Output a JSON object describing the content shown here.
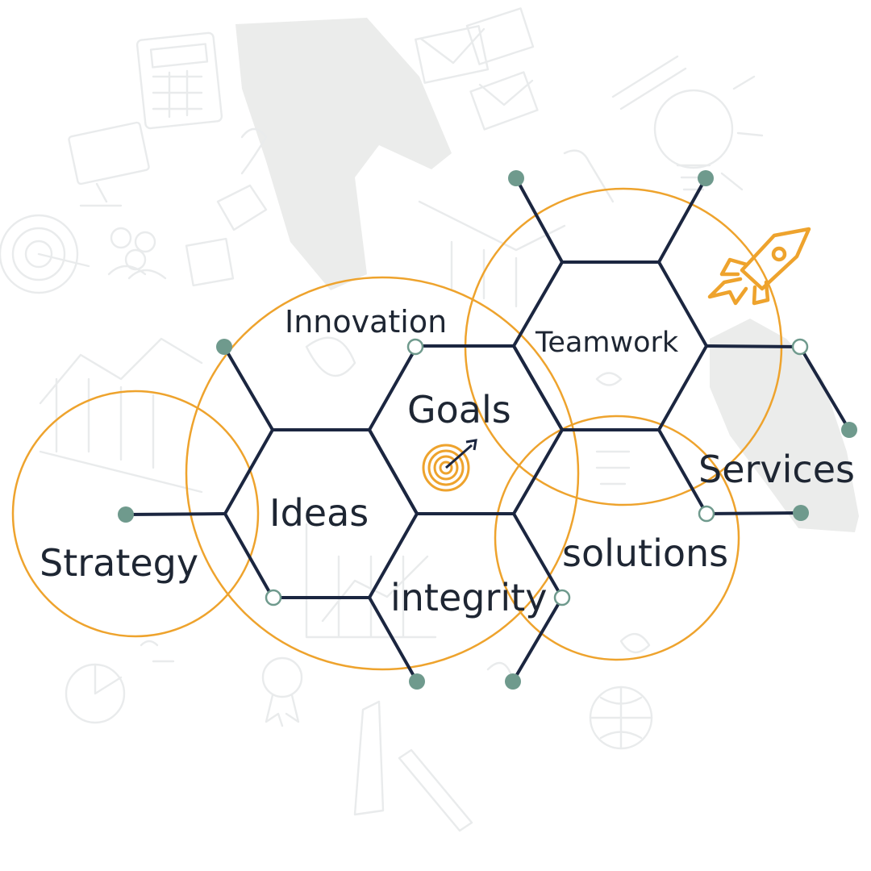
{
  "labels": {
    "innovation": "Innovation",
    "teamwork": "Teamwork",
    "goals": "Goals",
    "ideas": "Ideas",
    "strategy": "Strategy",
    "services": "Services",
    "solutions": "solutions",
    "integrity": "integrity"
  },
  "colors": {
    "hexagon_line": "#1b2640",
    "circle_outline": "#eea32d",
    "node_fill": "#6f9a8d",
    "sketch_background": "#e9ebec",
    "text": "#1e2633"
  },
  "icons": [
    "target-icon",
    "rocket-icon"
  ]
}
